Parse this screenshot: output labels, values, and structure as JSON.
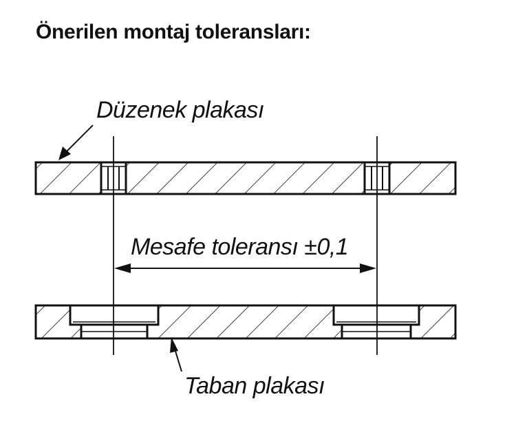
{
  "title": "Önerilen montaj toleransları:",
  "labels": {
    "upper_plate": "Düzenek plakası",
    "dimension": "Mesafe toleransı ±0,1",
    "lower_plate": "Taban plakası"
  },
  "colors": {
    "line": "#111111",
    "background": "#ffffff"
  }
}
